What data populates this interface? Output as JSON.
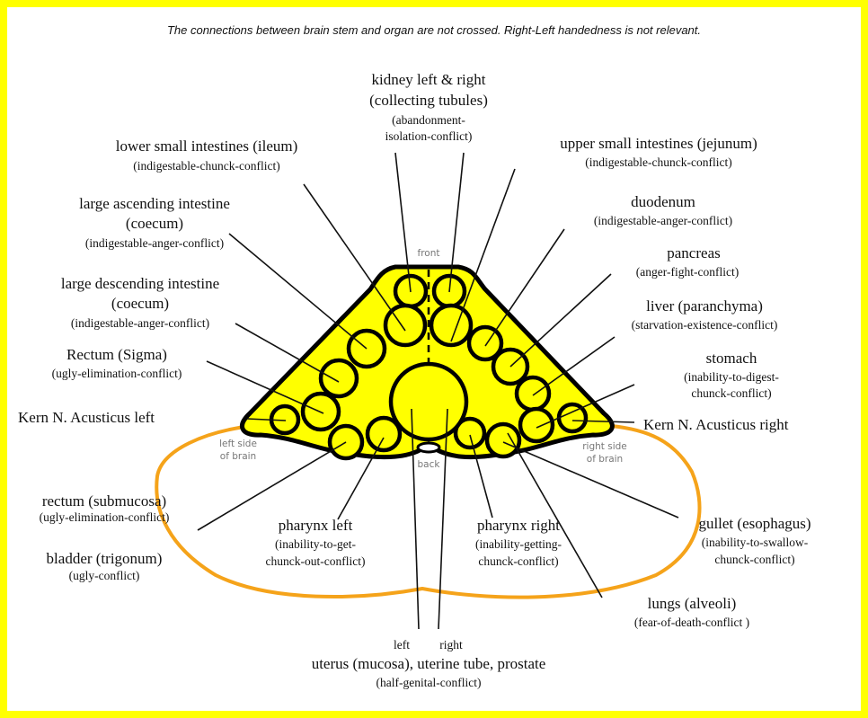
{
  "header": "The connections between brain stem and organ are not crossed. Right-Left handedness is not relevant.",
  "orientation": {
    "front": "front",
    "back": "back",
    "left_side": [
      "left side",
      "of brain"
    ],
    "right_side": [
      "right side",
      "of brain"
    ],
    "left": "left",
    "right": "right"
  },
  "labels": {
    "kidney": [
      "kidney left & right",
      "(collecting tubules)",
      "(abandonment-",
      "isolation-conflict)"
    ],
    "lower_small": [
      "lower small intestines (ileum)",
      "(indigestable-chunck-conflict)"
    ],
    "upper_small": [
      "upper small intestines (jejunum)",
      "(indigestable-chunck-conflict)"
    ],
    "asc": [
      "large ascending intestine",
      "(coecum)",
      "(indigestable-anger-conflict)"
    ],
    "duodenum": [
      "duodenum",
      "(indigestable-anger-conflict)"
    ],
    "pancreas": [
      "pancreas",
      "(anger-fight-conflict)"
    ],
    "desc": [
      "large descending intestine",
      "(coecum)",
      "(indigestable-anger-conflict)"
    ],
    "liver": [
      "liver (paranchyma)",
      "(starvation-existence-conflict)"
    ],
    "rectum_sigma": [
      "Rectum (Sigma)",
      "(ugly-elimination-conflict)"
    ],
    "stomach": [
      "stomach",
      "(inability-to-digest-",
      "chunck-conflict)"
    ],
    "kern_left": [
      "Kern N. Acusticus left"
    ],
    "kern_right": [
      "Kern N. Acusticus right"
    ],
    "rectum_sub": [
      "rectum (submucosa)",
      "(ugly-elimination-conflict)"
    ],
    "bladder": [
      "bladder (trigonum)",
      "(ugly-conflict)"
    ],
    "pharynx_left": [
      "pharynx left",
      "(inability-to-get-",
      "chunck-out-conflict)"
    ],
    "pharynx_right": [
      "pharynx right",
      "(inability-getting-",
      "chunck-conflict)"
    ],
    "gullet": [
      "gullet (esophagus)",
      "(inability-to-swallow-",
      "chunck-conflict)"
    ],
    "lungs": [
      "lungs (alveoli)",
      "(fear-of-death-conflict )"
    ],
    "uterus": [
      "uterus (mucosa), uterine tube, prostate",
      "(half-genital-conflict)"
    ]
  },
  "colors": {
    "frame": "#ffff00",
    "brainstem": "#ffff00",
    "cerebellum": "#f5a31a"
  }
}
